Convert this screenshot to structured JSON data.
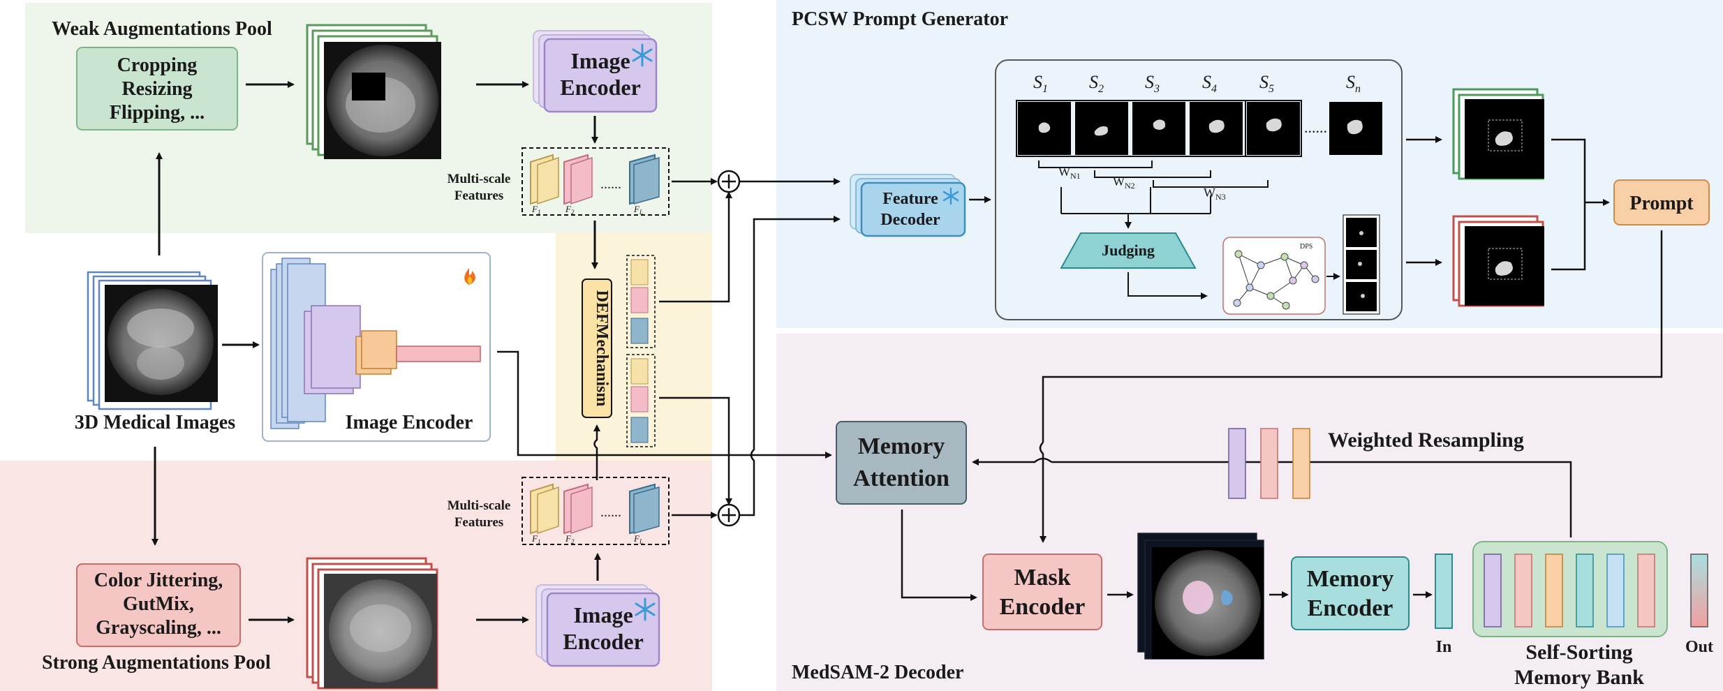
{
  "weak_pool": {
    "title": "Weak Augmentations Pool",
    "ops": [
      "Cropping",
      "Resizing",
      "Flipping, ..."
    ]
  },
  "strong_pool": {
    "title": "Strong Augmentations Pool",
    "ops": [
      "Color Jittering,",
      "GutMix,",
      "Grayscaling, ..."
    ]
  },
  "input": {
    "label": "3D Medical Images"
  },
  "encoder": {
    "label_line1": "Image",
    "label_line2": "Encoder",
    "center_label": "Image Encoder"
  },
  "features": {
    "label_line1": "Multi-scale",
    "label_line2": "Features",
    "dots": "......",
    "f1": "F",
    "f1_sub": "1",
    "f2": "F",
    "f2_sub": "2",
    "fl": "F",
    "fl_sub": "L"
  },
  "def": {
    "label": "DEFMechanism"
  },
  "pcsw": {
    "title": "PCSW Prompt Generator",
    "feature_decoder": [
      "Feature",
      "Decoder"
    ],
    "slices": [
      {
        "s": "S",
        "sub": "1"
      },
      {
        "s": "S",
        "sub": "2"
      },
      {
        "s": "S",
        "sub": "3"
      },
      {
        "s": "S",
        "sub": "4"
      },
      {
        "s": "S",
        "sub": "5"
      },
      {
        "s": "S",
        "sub": "n"
      }
    ],
    "slice_dots": "......",
    "windows": [
      {
        "w": "W",
        "sub": "N1"
      },
      {
        "w": "W",
        "sub": "N2"
      },
      {
        "w": "W",
        "sub": "N3"
      }
    ],
    "judging": "Judging",
    "graph_tag": "DPS",
    "prompt": "Prompt"
  },
  "decoder": {
    "title": "MedSAM-2 Decoder",
    "memory_attention": [
      "Memory",
      "Attention"
    ],
    "mask_encoder": [
      "Mask",
      "Encoder"
    ],
    "memory_encoder": [
      "Memory",
      "Encoder"
    ],
    "weighted_resampling": "Weighted Resampling",
    "in_label": "In",
    "out_label": "Out",
    "memory_bank": [
      "Self-Sorting",
      "Memory Bank"
    ]
  },
  "colors": {
    "weak_bg": "#eef5ea",
    "strong_bg": "#f9e6e4",
    "def_bg": "#fcf3db",
    "pcsw_bg": "#ebf4fa",
    "decoder_bg": "#f4eef4",
    "purple_block": "#d6c8ec",
    "green_box": "#c9e4cf",
    "red_box": "#f4c6c4",
    "teal_box": "#a9dedf",
    "blue_box": "#a8d4ec",
    "grey_box": "#a7b8c0",
    "orange_box": "#f9cfa8"
  },
  "icons": [
    "snowflake-icon",
    "flame-icon"
  ]
}
